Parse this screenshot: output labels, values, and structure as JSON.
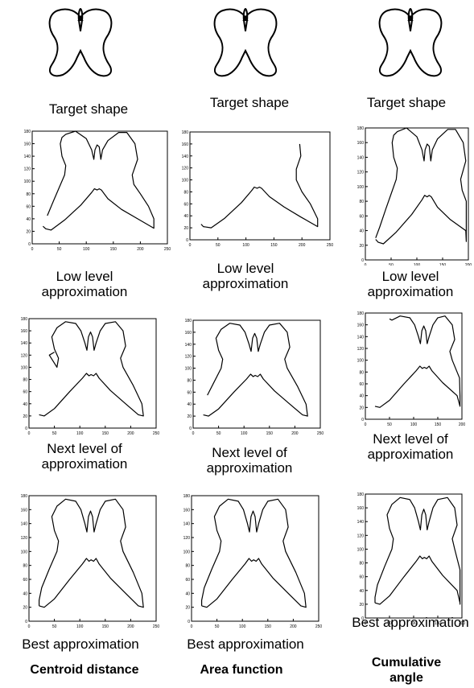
{
  "figure": {
    "columns": [
      {
        "target_caption": "Target shape",
        "rows": [
          {
            "caption": "Low level approximation",
            "x_ticks": [
              "0",
              "50",
              "100",
              "150",
              "200",
              "250"
            ],
            "y_ticks": [
              "0",
              "20",
              "40",
              "60",
              "80",
              "100",
              "120",
              "140",
              "160",
              "180"
            ]
          },
          {
            "caption": "Next level of approximation",
            "x_ticks": [
              "0",
              "50",
              "100",
              "150",
              "200",
              "250"
            ],
            "y_ticks": [
              "0",
              "20",
              "40",
              "60",
              "80",
              "100",
              "120",
              "140",
              "160",
              "180"
            ]
          },
          {
            "caption": "Best approximation",
            "x_ticks": [
              "0",
              "50",
              "100",
              "150",
              "200",
              "250"
            ],
            "y_ticks": [
              "0",
              "20",
              "40",
              "60",
              "80",
              "100",
              "120",
              "140",
              "160",
              "180"
            ]
          }
        ],
        "method": "Centroid distance"
      },
      {
        "target_caption": "Target shape",
        "rows": [
          {
            "caption": "Low level approximation",
            "x_ticks": [
              "0",
              "50",
              "100",
              "150",
              "200",
              "250"
            ],
            "y_ticks": [
              "0",
              "20",
              "40",
              "60",
              "80",
              "100",
              "120",
              "140",
              "160",
              "180"
            ]
          },
          {
            "caption": "Next level of approximation",
            "x_ticks": [
              "0",
              "50",
              "100",
              "150",
              "200",
              "250"
            ],
            "y_ticks": [
              "0",
              "20",
              "40",
              "60",
              "80",
              "100",
              "120",
              "140",
              "160",
              "180"
            ]
          },
          {
            "caption": "Best approximation",
            "x_ticks": [
              "0",
              "50",
              "100",
              "150",
              "200",
              "250"
            ],
            "y_ticks": [
              "0",
              "20",
              "40",
              "60",
              "80",
              "100",
              "120",
              "140",
              "160",
              "180"
            ]
          }
        ],
        "method": "Area function"
      },
      {
        "target_caption": "Target shape",
        "rows": [
          {
            "caption": "Low level approximation",
            "x_ticks": [
              "0",
              "50",
              "100",
              "150",
              "200"
            ],
            "y_ticks": [
              "0",
              "20",
              "40",
              "60",
              "80",
              "100",
              "120",
              "140",
              "160",
              "180"
            ]
          },
          {
            "caption": "Next level of approximation",
            "x_ticks": [
              "0",
              "50",
              "100",
              "150",
              "200"
            ],
            "y_ticks": [
              "0",
              "20",
              "40",
              "60",
              "80",
              "100",
              "120",
              "140",
              "160",
              "180"
            ]
          },
          {
            "caption": "Best approximation",
            "x_ticks": [
              "0",
              "50",
              "100",
              "150",
              "200"
            ],
            "y_ticks": [
              "0",
              "20",
              "40",
              "60",
              "80",
              "100",
              "120",
              "140",
              "160",
              "180"
            ]
          }
        ],
        "method": "Cumulative angle"
      }
    ]
  },
  "colors": {
    "line": "#000000",
    "axis": "#000000",
    "background": "#ffffff"
  }
}
